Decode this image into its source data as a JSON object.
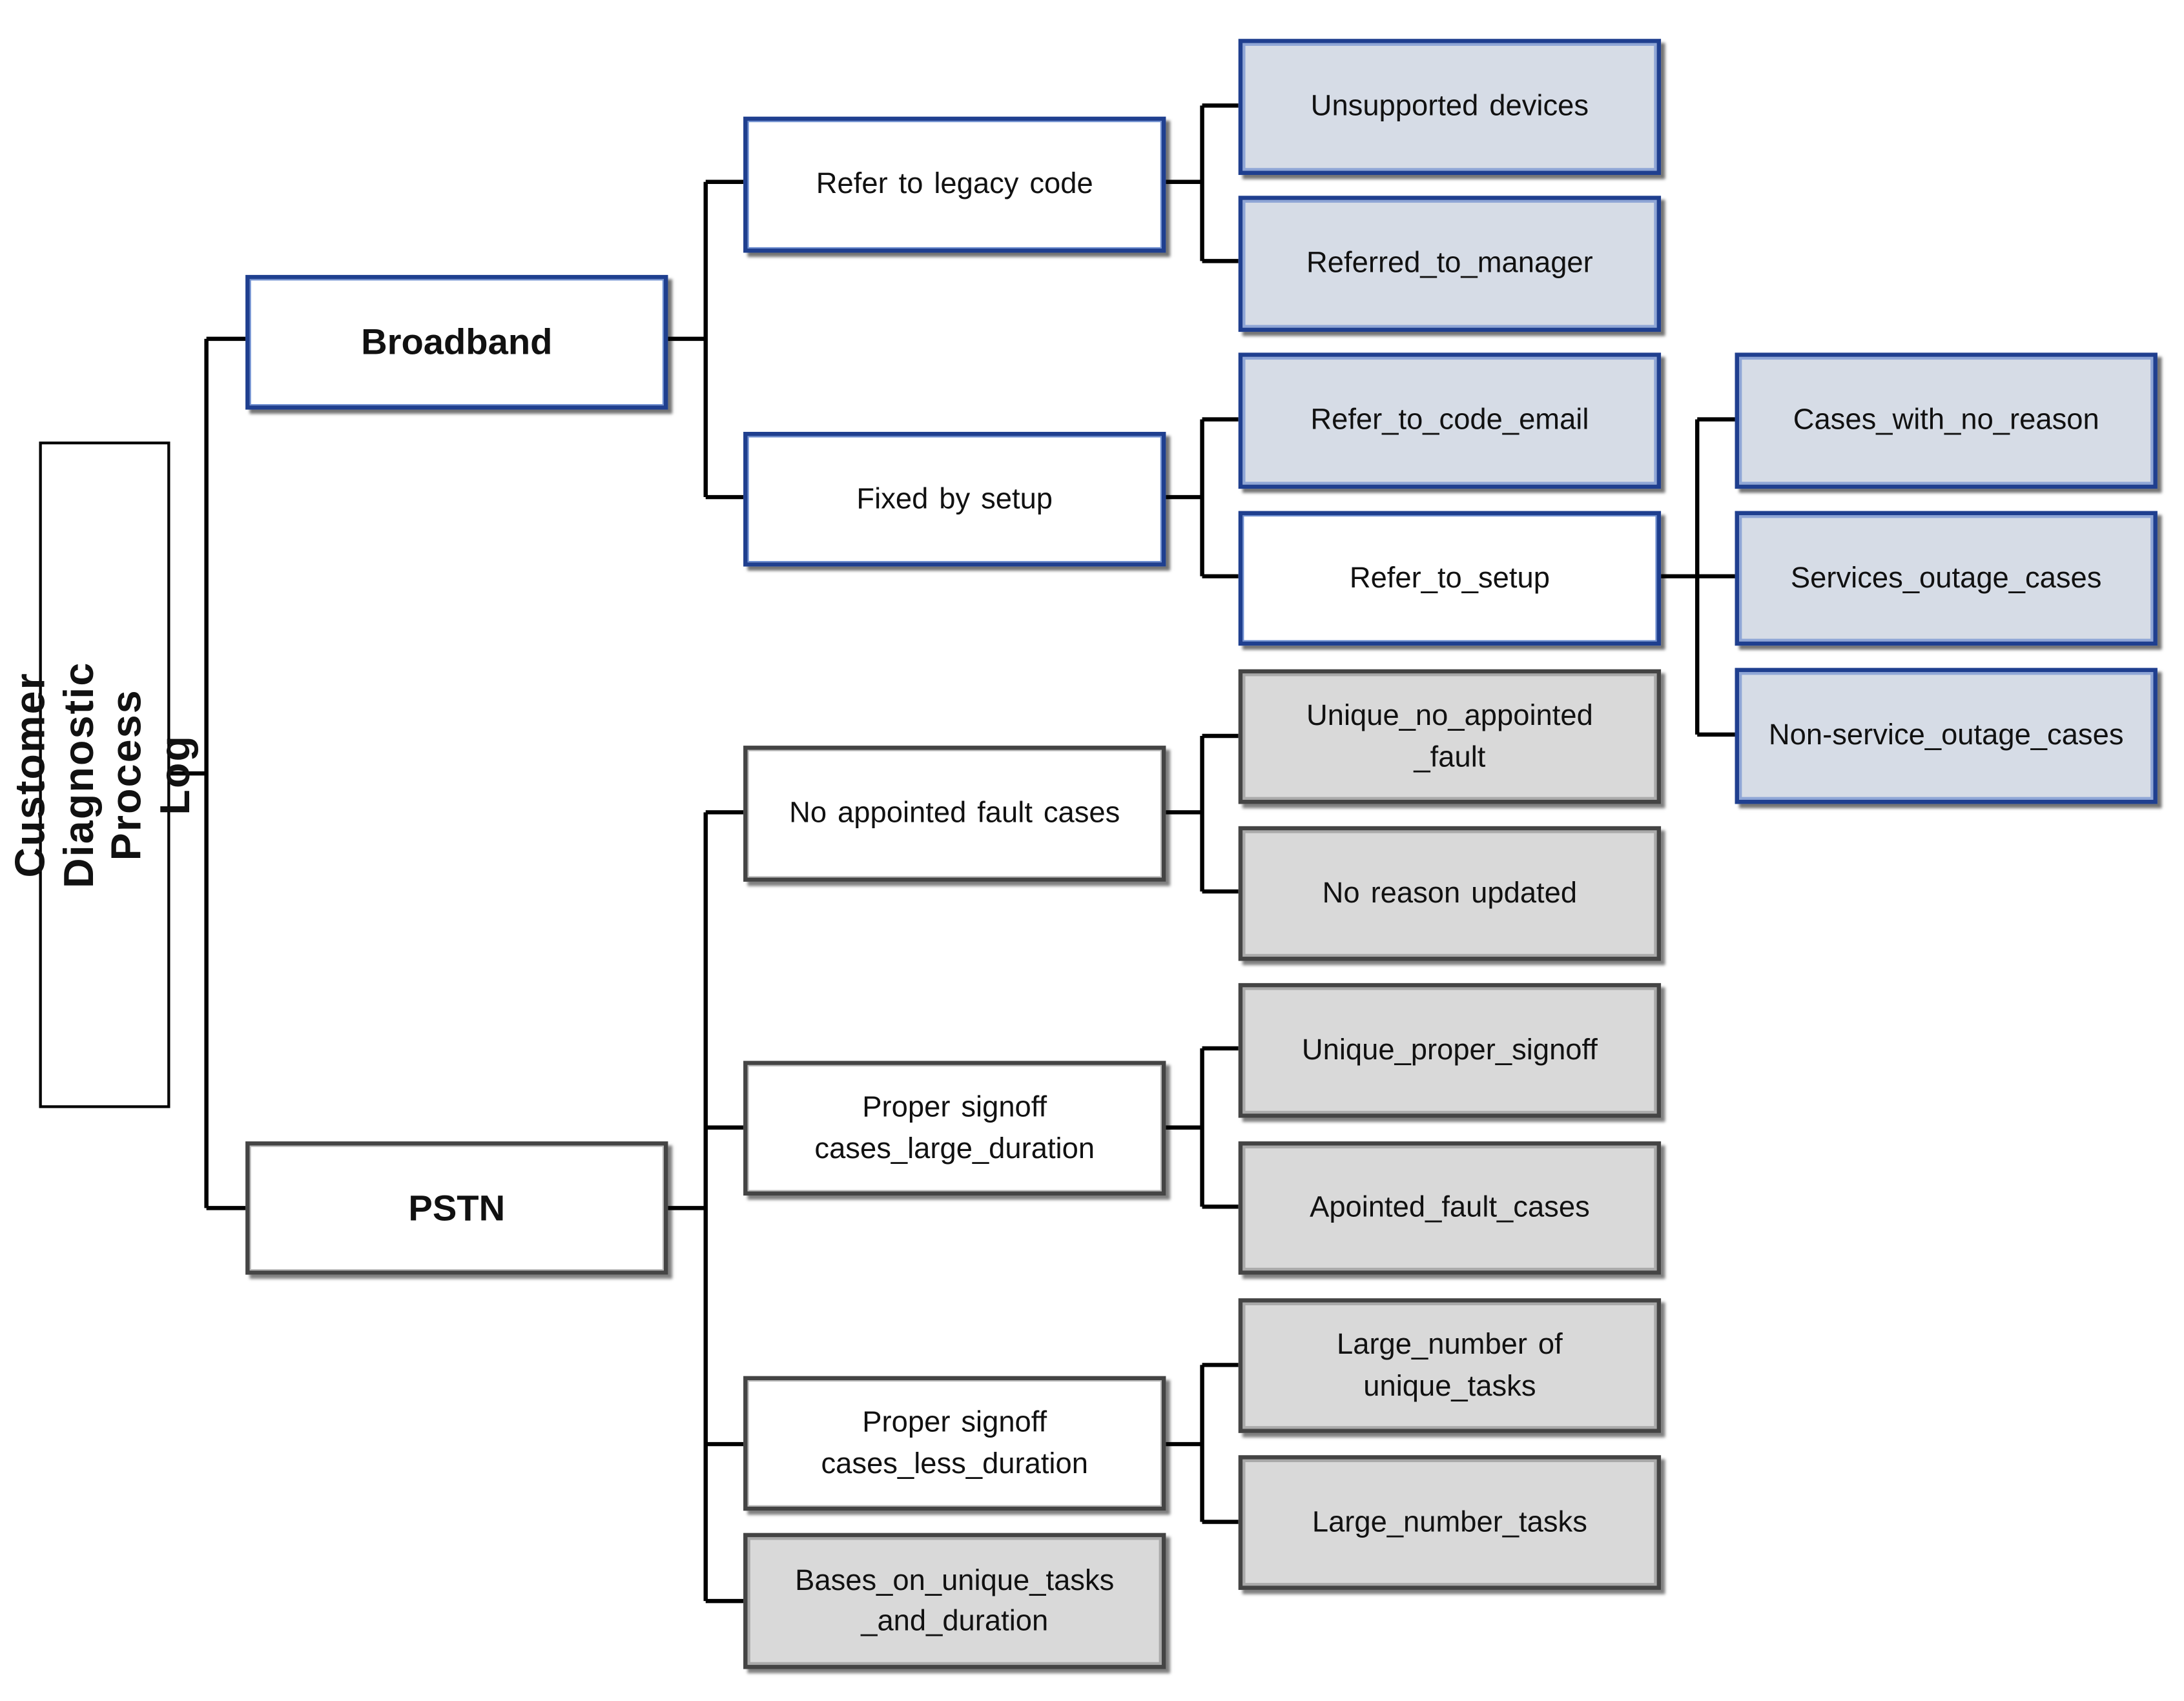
{
  "root": "Customer Diagnostic Process Log",
  "level1": {
    "broadband": "Broadband",
    "pstn": "PSTN"
  },
  "broadband": {
    "legacy": "Refer to legacy code",
    "fixed": "Fixed by setup",
    "unsupported": "Unsupported devices",
    "manager": "Referred_to_manager",
    "code_email": "Refer_to_code_email",
    "setup": "Refer_to_setup",
    "no_reason": "Cases_with_no_reason",
    "outage": "Services_outage_cases",
    "non_outage": "Non-service_outage_cases"
  },
  "pstn": {
    "no_appointed": "No appointed fault cases",
    "large_duration": "Proper signoff cases_large_duration",
    "less_duration": "Proper signoff cases_less_duration",
    "bases": "Bases_on_unique_tasks _and_duration",
    "unique_no_appointed": "Unique_no_appointed _fault",
    "no_reason_updated": "No reason updated",
    "unique_signoff": "Unique_proper_signoff",
    "apointed_fault": "Apointed_fault_cases",
    "large_unique": "Large_number of unique_tasks",
    "large_tasks": "Large_number_tasks"
  }
}
